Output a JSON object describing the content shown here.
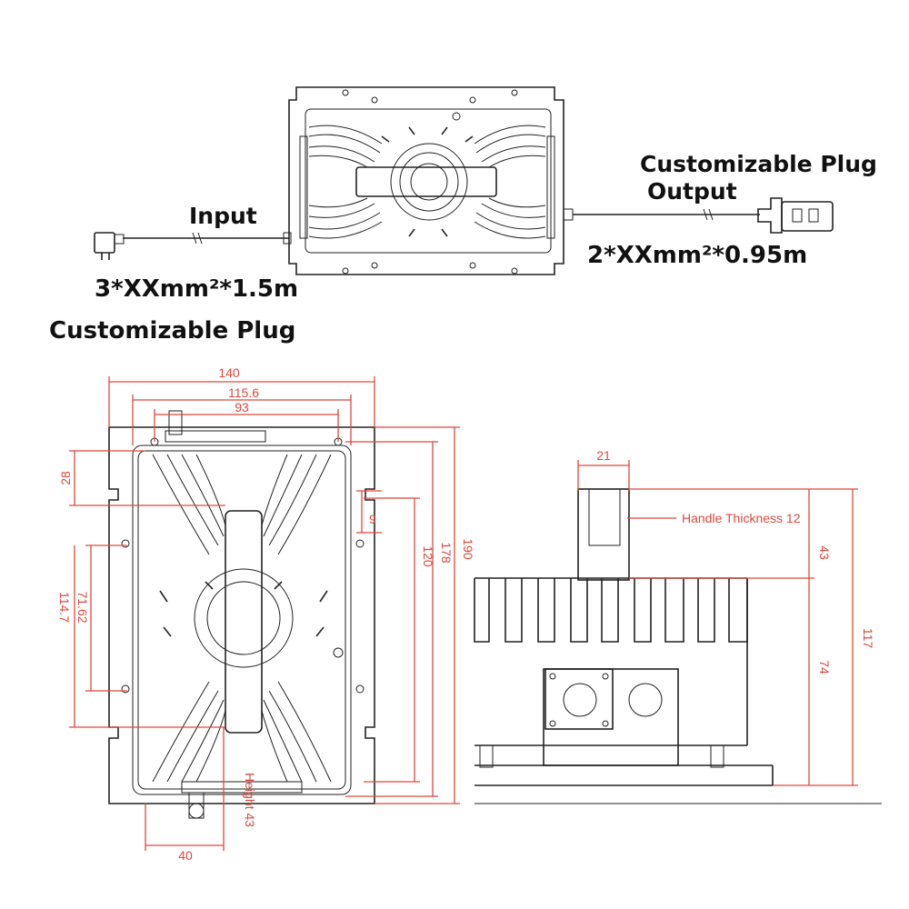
{
  "top_view": {
    "input_label": "Input",
    "input_cable_spec": "3*XXmm²*1.5m",
    "input_plug_note": "Customizable Plug",
    "output_plug_note": "Customizable Plug",
    "output_label": "Output",
    "output_cable_spec": "2*XXmm²*0.95m"
  },
  "front_dimensions": {
    "overall_width": "140",
    "hole_spacing_outer": "115.6",
    "hole_spacing_inner": "93",
    "top_offset": "28",
    "side_offset": "9",
    "hole_spacing_vertical": "120",
    "body_height": "178",
    "overall_height": "190",
    "inner_height_a": "71.62",
    "inner_height_b": "114.7",
    "height_note": "Height 43",
    "bottom_width": "40"
  },
  "side_dimensions": {
    "handle_width": "21",
    "handle_thickness_note": "Handle Thickness  12",
    "handle_height": "43",
    "body_height": "74",
    "total_height": "117"
  },
  "colors": {
    "dimension": "#e0483c",
    "outline": "#222222"
  }
}
